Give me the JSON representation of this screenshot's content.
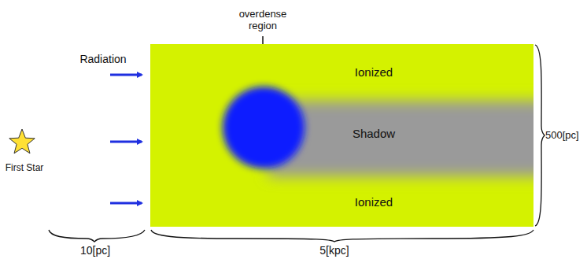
{
  "diagram": {
    "nodes": [
      {
        "text": [
          "Ionized",
          "Ionized"
        ]
      },
      {
        "text": [
          "Shadow"
        ],
        "in": 0
      }
    ],
    "labels": [
      "overdense region",
      "Radiation",
      "First Star",
      "500[pc]",
      "10[pc]",
      "5[kpc]"
    ]
  }
}
